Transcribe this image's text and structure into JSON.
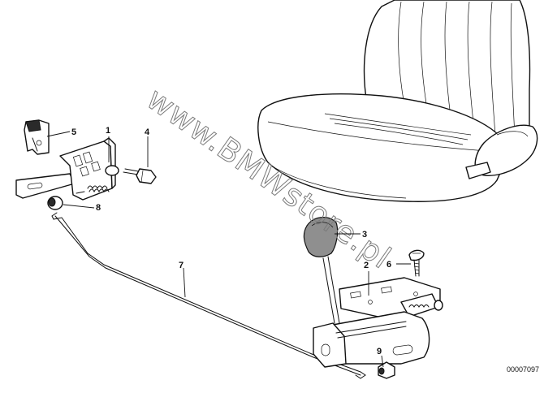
{
  "watermark": "www.BMWstore.pl",
  "reference_number": "00007097",
  "callouts": [
    {
      "id": "1",
      "label": "1"
    },
    {
      "id": "2",
      "label": "2"
    },
    {
      "id": "3",
      "label": "3"
    },
    {
      "id": "4",
      "label": "4"
    },
    {
      "id": "5",
      "label": "5"
    },
    {
      "id": "6",
      "label": "6"
    },
    {
      "id": "7",
      "label": "7"
    },
    {
      "id": "8",
      "label": "8"
    },
    {
      "id": "9",
      "label": "9"
    }
  ]
}
